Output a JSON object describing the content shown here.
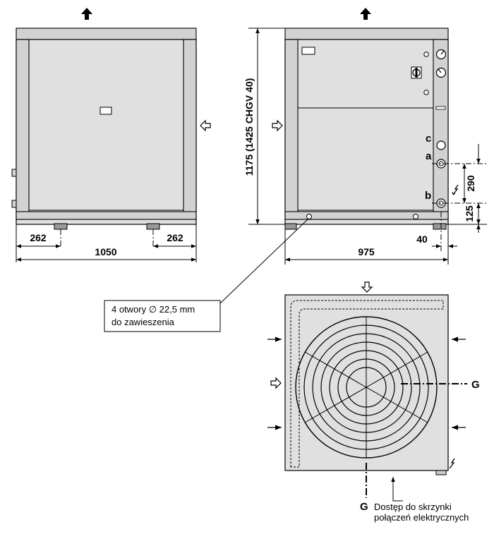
{
  "dimensions": {
    "front_left_foot": "262",
    "front_right_foot": "262",
    "front_width": "1050",
    "side_height": "1175  (1425 CHGV 40)",
    "side_width": "975",
    "side_offset": "40",
    "conn_spacing": "290",
    "conn_bottom": "125"
  },
  "labels": {
    "a": "a",
    "b": "b",
    "c": "c",
    "g_side": "G",
    "g_bottom": "G"
  },
  "callout": {
    "line1": "4 otwory ∅ 22,5 mm",
    "line2": "do zawieszenia"
  },
  "g_note": {
    "line1": "Dostęp do skrzynki",
    "line2": "połączeń elektrycznych"
  },
  "icons": {
    "airflow_out": "filled-arrow-up",
    "airflow_in": "hollow-arrow",
    "electric": "lightning-icon"
  }
}
